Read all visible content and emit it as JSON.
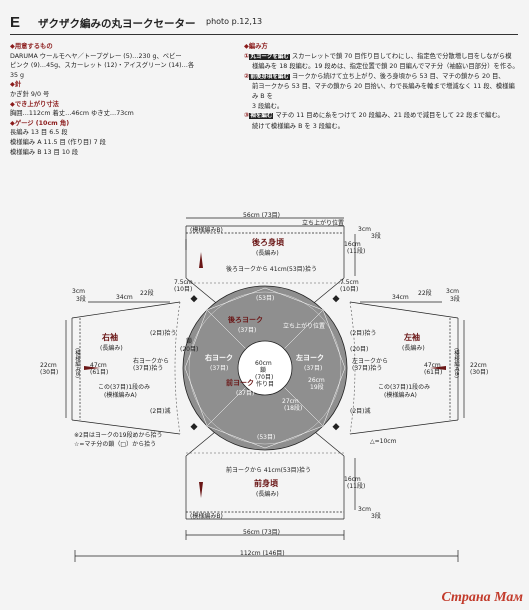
{
  "header": {
    "letter": "E",
    "title": "ザクザク編みの丸ヨークセーター",
    "photo": "photo p.12,13"
  },
  "left_col": {
    "materials_h": "◆用意するもの",
    "materials_1": "DARUMA ウールモヘヤ／トープグレー (5)…230 g、ベビー",
    "materials_2": "ピンク (9)…45g、スカーレット (12)・アイスグリーン (14)…各",
    "materials_3": "35 g",
    "needle_h": "◆針",
    "needle_1": "かぎ針 9/0 号",
    "size_h": "◆でき上がり寸法",
    "size_1": "胸囲…112cm 着丈…46cm ゆき丈…73cm",
    "gauge_h": "◆ゲージ (10cm 角)",
    "gauge_1": "長編み 13 目 6.5 段",
    "gauge_2": "模様編み A 11.5 目 (作り目) 7 段",
    "gauge_3": "模様編み B 13 目 10 段"
  },
  "right_col": {
    "method_h": "◆編み方",
    "step1_n": "①",
    "step1_t": "丸ヨークを編む",
    "step1_1": "スカーレットで鎖 70 目作り目してわにし、指定色で分散増し目をしながら模",
    "step1_2": "様編みを 18 段編む。19 段めは、指定位置で鎖 20 目編んでマチ分（袖脇い目部分）を作る。",
    "step2_n": "②",
    "step2_t": "前後身頃を編む",
    "step2_1": "ヨークから続けて立ち上がり、後ろ身頃から 53 目、マチの鎖から 20 目、",
    "step2_2": "前ヨークから 53 目、マチの鎖から 20 目拾い、わで長編みを輪まで増減なく 11 段、模様編み B を",
    "step2_3": "3 段編む。",
    "step3_n": "③",
    "step3_t": "袖を編む",
    "step3_1": "マチの 11 目めに糸をつけて 20 段編み、21 段めで減目をして 22 段まで編む。",
    "step3_2": "続けて模様編み B を 3 段編む。"
  },
  "diagram": {
    "top_width": "56cm (73目)",
    "tachiagari_top": "立ち上がり位置",
    "back_b": "(模様編みB)",
    "back_title": "後ろ身頃",
    "back_sub": "(長編み)",
    "back_pick": "後ろヨークから 41cm(53目)拾う",
    "back_3cm": "3cm",
    "back_3r": "3段",
    "back_16cm": "16cm",
    "back_11r": "(11段)",
    "dims_7_5a": "7.5cm",
    "dims_10a": "(10目)",
    "dims_7_5b": "7.5cm",
    "dims_10b": "(10目)",
    "yoke_53_top": "(53目)",
    "yoke_back": "後ろヨーク",
    "yoke_back_n": "(37目)",
    "tachiagari_mid": "立ち上がり位置",
    "yoke_left": "右ヨーク",
    "yoke_left_n": "(37目)",
    "yoke_right": "左ヨーク",
    "yoke_right_n": "(37目)",
    "yoke_front": "前ヨーク",
    "yoke_front_n": "(37目)",
    "yoke_53_bot": "(53目)",
    "neck_60": "60cm",
    "neck_chain": "鎖",
    "neck_70": "(70目)",
    "neck_ring": "作り目",
    "yoke_26": "26cm",
    "yoke_19": "19段",
    "yoke_27": "27cm",
    "yoke_18r": "(18段)",
    "chain_label": "鎖",
    "sleeve_r_chain20": "(20目)",
    "sleeve_r_2": "(2目)拾う",
    "sleeve_l_2": "(2目)拾う",
    "sleeve_l_chain20": "(20目)",
    "sleeve_r_title": "右袖",
    "sleeve_r_sub": "(長編み)",
    "sleeve_l_title": "左袖",
    "sleeve_l_sub": "(長編み)",
    "sleeve_r_w": "34cm",
    "sleeve_r_22r": "22段",
    "sleeve_l_w": "34cm",
    "sleeve_l_22r": "22段",
    "sl_3cm_l": "3cm",
    "sl_3r_l": "3段",
    "sl_3cm_r": "3cm",
    "sl_3r_r": "3段",
    "sl_47_l": "47cm",
    "sl_61_l": "(61目)",
    "sl_47_r": "47cm",
    "sl_61_r": "(61目)",
    "sl_22_l": "22cm",
    "sl_30_l": "(30目)",
    "sl_22_r": "22cm",
    "sl_30_r": "(30目)",
    "sl_b_l": "(模様編みB)",
    "sl_b_r": "(模様編みB)",
    "sl_note_l1": "この(37目)1段のみ",
    "sl_note_l2": "(模様編みA)",
    "sl_note_r1": "この(37目)1段のみ",
    "sl_note_r2": "(模様編みA)",
    "sl_pick_r1": "右ヨークから",
    "sl_pick_r2": "(37目)拾う",
    "sl_pick_l1": "左ヨークから",
    "sl_pick_l2": "(37目)拾う",
    "sl_dec_l": "(2目)減",
    "sl_dec_r": "(2目)減",
    "note1": "※2目はヨークの19段めから拾う",
    "note2": "☆=マチ分の鎖（□）から拾う",
    "legend": "△=10cm",
    "front_pick": "前ヨークから 41cm(53目)拾う",
    "front_title": "前身頃",
    "front_sub": "(長編み)",
    "front_b": "(模様編みB)",
    "front_3cm": "3cm",
    "front_3r": "3段",
    "front_16cm": "16cm",
    "front_11r": "(11段)",
    "bottom_width": "56cm (73目)",
    "total_width": "112cm (146目)"
  },
  "watermark": "Страна Мам",
  "colors": {
    "accent": "#8b1b1b",
    "ink": "#222222",
    "yoke_fill": "#8f8f8f",
    "paper": "#f4f4f4"
  }
}
